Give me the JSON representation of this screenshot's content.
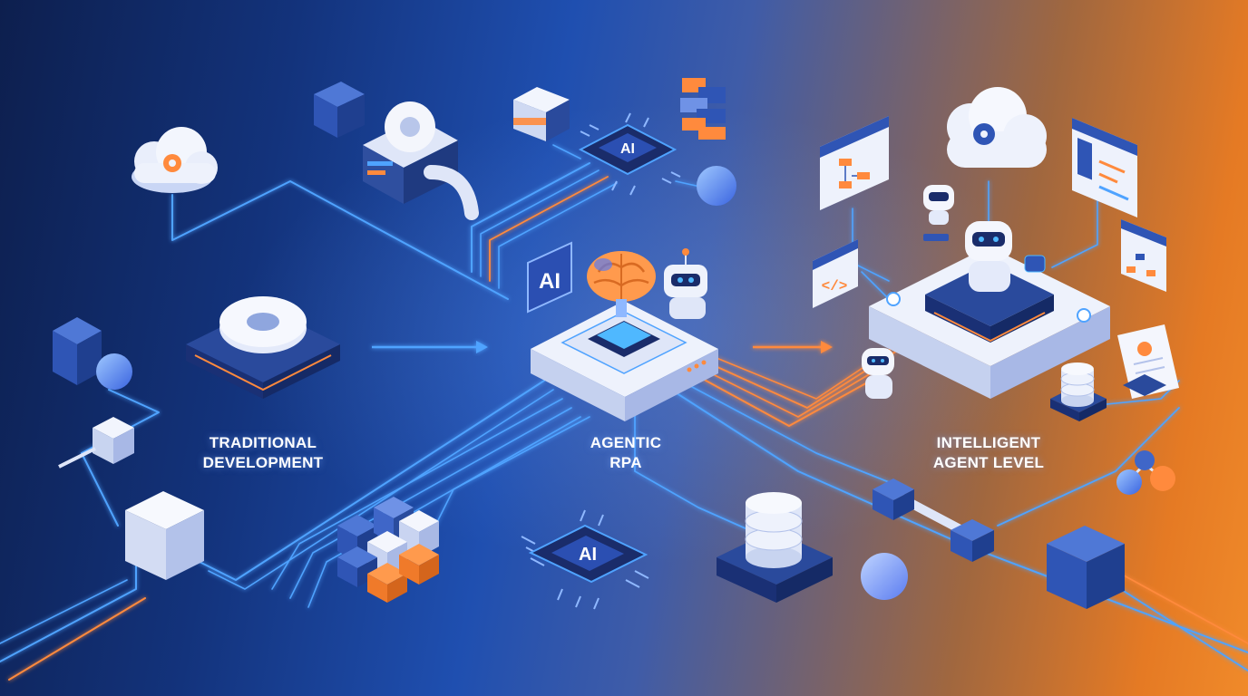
{
  "stages": [
    {
      "id": "traditional",
      "line1": "TRADITIONAL",
      "line2": "DEVELOPMENT"
    },
    {
      "id": "agentic",
      "line1": "AGENTIC",
      "line2": "RPA"
    },
    {
      "id": "intelligent",
      "line1": "INTELLIGENT",
      "line2": "AGENT LEVEL"
    }
  ],
  "chips": {
    "top": "AI",
    "side": "AI",
    "bottom": "AI"
  },
  "colors": {
    "bg_left": "#0d1f4e",
    "bg_mid": "#1f4fb0",
    "bg_right": "#f08a2a",
    "accent_blue": "#4fa3ff",
    "accent_orange": "#ff8a3d",
    "block_light": "#e6ecfb",
    "block_dark": "#2b4a9a"
  },
  "icons": [
    "cloud-gear-icon",
    "gear-icon",
    "pipe-icon",
    "cube-icon",
    "sphere-icon",
    "ai-chip-icon",
    "brain-icon",
    "robot-icon",
    "database-icon",
    "code-window-icon",
    "flowchart-window-icon",
    "document-gear-icon",
    "cloud-icon"
  ]
}
